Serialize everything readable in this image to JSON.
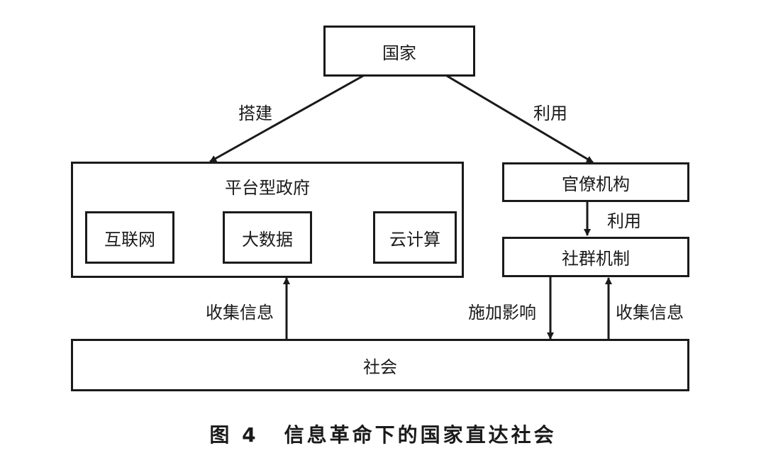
{
  "nodes": {
    "state": "国家",
    "platform_gov": "平台型政府",
    "internet": "互联网",
    "big_data": "大数据",
    "cloud": "云计算",
    "bureaucracy": "官僚机构",
    "community": "社群机制",
    "society": "社会"
  },
  "edges": {
    "build": "搭建",
    "use_top": "利用",
    "use_mid": "利用",
    "collect_left": "收集信息",
    "influence": "施加影响",
    "collect_right": "收集信息"
  },
  "caption": {
    "number": "图 4",
    "title": "信息革命下的国家直达社会"
  }
}
